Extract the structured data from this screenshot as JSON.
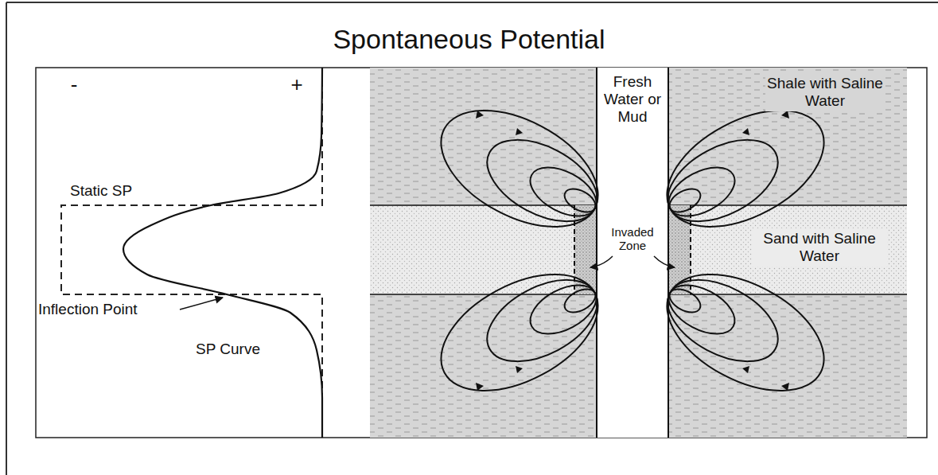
{
  "diagram": {
    "title": "Spontaneous Potential",
    "labels": [
      "-",
      "+",
      "Static SP",
      "Inflection Point",
      "SP Curve",
      "Fresh Water or Mud",
      "Shale with Saline Water",
      "Invaded Zone",
      "Sand with Saline Water"
    ]
  }
}
